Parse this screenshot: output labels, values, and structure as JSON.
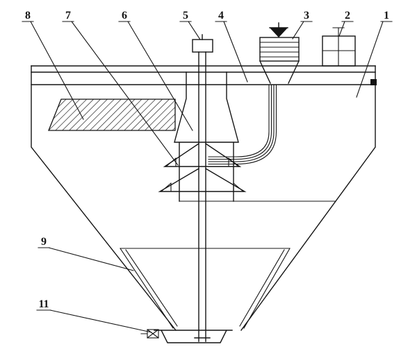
{
  "figure": {
    "background_color": "#ffffff",
    "line_color": "#141414",
    "callouts": [
      {
        "id": "callout-8",
        "text": "8"
      },
      {
        "id": "callout-7",
        "text": "7"
      },
      {
        "id": "callout-6",
        "text": "6"
      },
      {
        "id": "callout-5",
        "text": "5"
      },
      {
        "id": "callout-4",
        "text": "4"
      },
      {
        "id": "callout-3",
        "text": "3"
      },
      {
        "id": "callout-2",
        "text": "2"
      },
      {
        "id": "callout-1",
        "text": "1"
      },
      {
        "id": "callout-9",
        "text": "9"
      },
      {
        "id": "callout-11",
        "text": "11"
      }
    ]
  }
}
